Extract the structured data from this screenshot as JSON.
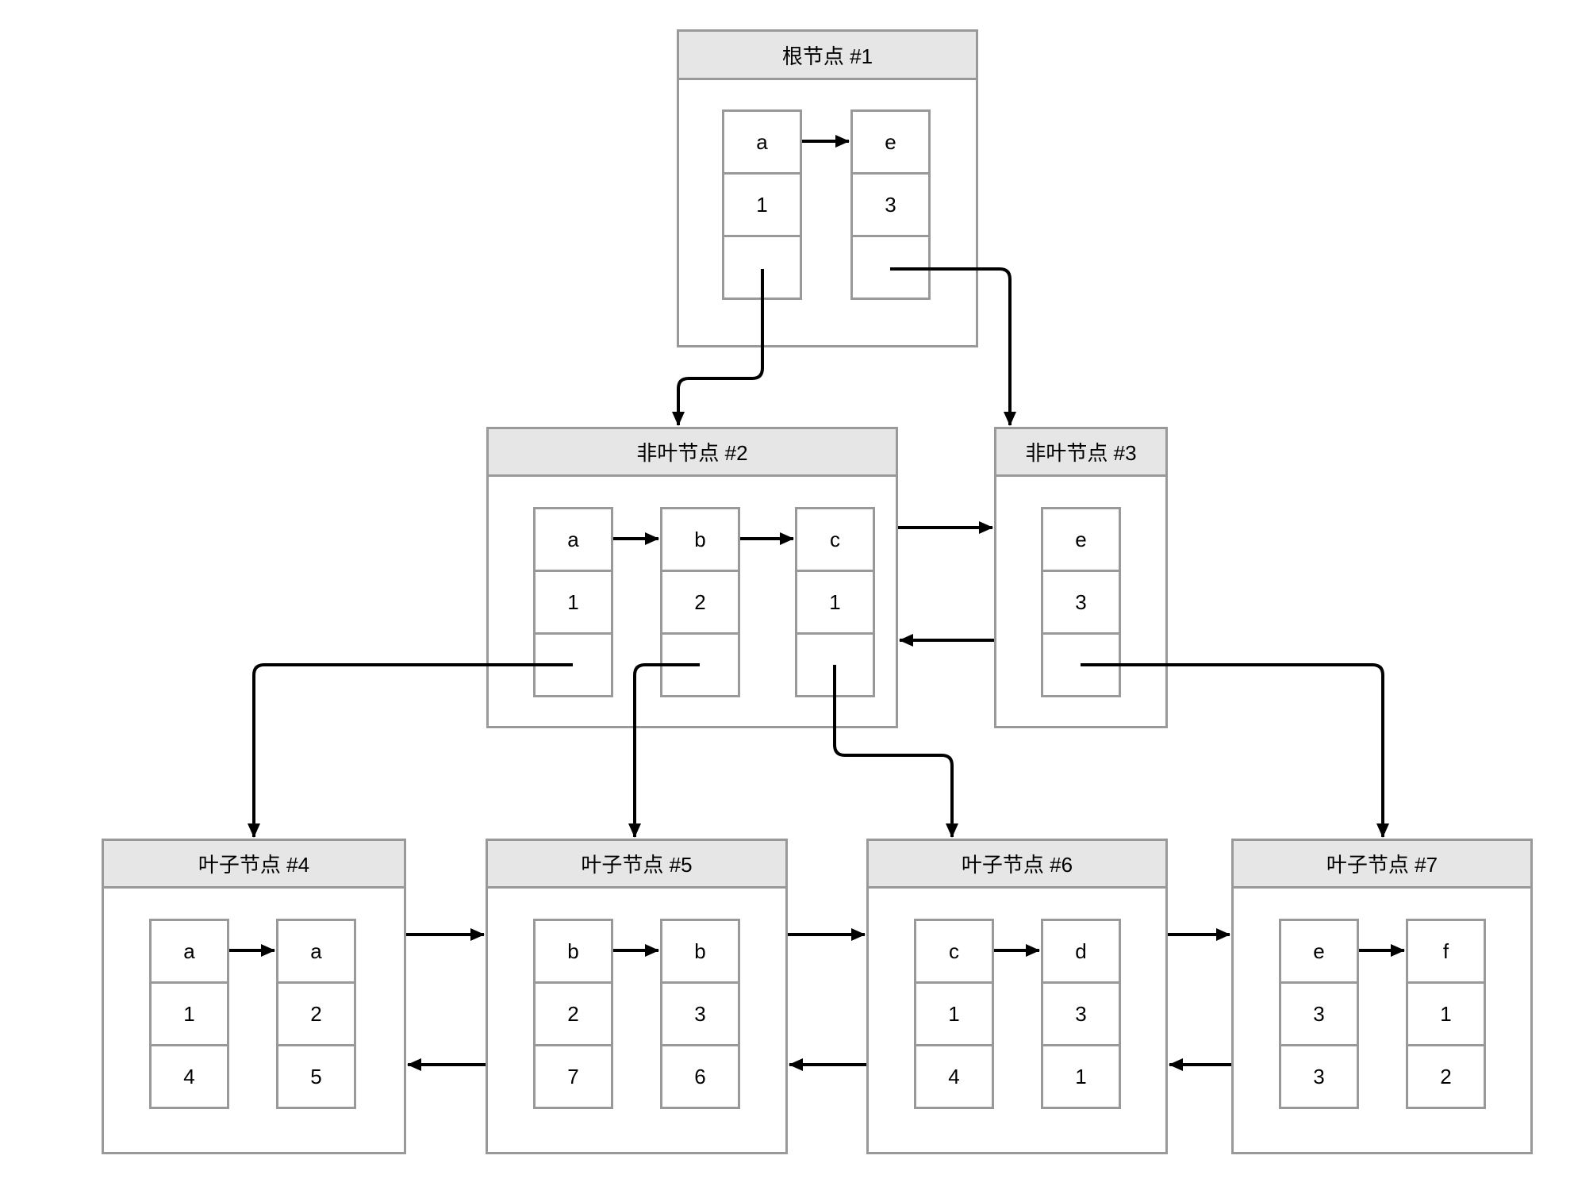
{
  "diagram": {
    "kind": "bplus-tree-structure",
    "colors": {
      "header_fill": "#e6e6e6",
      "node_border": "#999999",
      "body_fill": "#ffffff",
      "connector": "#000000",
      "text": "#000000"
    },
    "nodes": [
      {
        "id": "1",
        "type": "root",
        "title": "根节点 #1",
        "columns": [
          {
            "key": "a",
            "value": "1",
            "pointer": ""
          },
          {
            "key": "e",
            "value": "3",
            "pointer": ""
          }
        ]
      },
      {
        "id": "2",
        "type": "internal",
        "title": "非叶节点 #2",
        "columns": [
          {
            "key": "a",
            "value": "1",
            "pointer": ""
          },
          {
            "key": "b",
            "value": "2",
            "pointer": ""
          },
          {
            "key": "c",
            "value": "1",
            "pointer": ""
          }
        ]
      },
      {
        "id": "3",
        "type": "internal",
        "title": "非叶节点 #3",
        "columns": [
          {
            "key": "e",
            "value": "3",
            "pointer": ""
          }
        ]
      },
      {
        "id": "4",
        "type": "leaf",
        "title": "叶子节点 #4",
        "columns": [
          {
            "key": "a",
            "value": "1",
            "pointer": "4"
          },
          {
            "key": "a",
            "value": "2",
            "pointer": "5"
          }
        ]
      },
      {
        "id": "5",
        "type": "leaf",
        "title": "叶子节点 #5",
        "columns": [
          {
            "key": "b",
            "value": "2",
            "pointer": "7"
          },
          {
            "key": "b",
            "value": "3",
            "pointer": "6"
          }
        ]
      },
      {
        "id": "6",
        "type": "leaf",
        "title": "叶子节点 #6",
        "columns": [
          {
            "key": "c",
            "value": "1",
            "pointer": "4"
          },
          {
            "key": "d",
            "value": "3",
            "pointer": "1"
          }
        ]
      },
      {
        "id": "7",
        "type": "leaf",
        "title": "叶子节点 #7",
        "columns": [
          {
            "key": "e",
            "value": "3",
            "pointer": "3"
          },
          {
            "key": "f",
            "value": "1",
            "pointer": "2"
          }
        ]
      }
    ],
    "edges": [
      {
        "from": "node1.col-a.pointer",
        "to": "node2",
        "kind": "child-pointer"
      },
      {
        "from": "node1.col-e.pointer",
        "to": "node3",
        "kind": "child-pointer"
      },
      {
        "from": "node2",
        "to": "node3",
        "kind": "next-sibling"
      },
      {
        "from": "node3",
        "to": "node2",
        "kind": "prev-sibling"
      },
      {
        "from": "node2.col-a.pointer",
        "to": "node4",
        "kind": "child-pointer"
      },
      {
        "from": "node2.col-b.pointer",
        "to": "node5",
        "kind": "child-pointer"
      },
      {
        "from": "node2.col-c.pointer",
        "to": "node6",
        "kind": "child-pointer"
      },
      {
        "from": "node3.col-e.pointer",
        "to": "node7",
        "kind": "child-pointer"
      },
      {
        "from": "node4",
        "to": "node5",
        "kind": "next-sibling"
      },
      {
        "from": "node5",
        "to": "node4",
        "kind": "prev-sibling"
      },
      {
        "from": "node5",
        "to": "node6",
        "kind": "next-sibling"
      },
      {
        "from": "node6",
        "to": "node5",
        "kind": "prev-sibling"
      },
      {
        "from": "node6",
        "to": "node7",
        "kind": "next-sibling"
      },
      {
        "from": "node7",
        "to": "node6",
        "kind": "prev-sibling"
      }
    ]
  }
}
